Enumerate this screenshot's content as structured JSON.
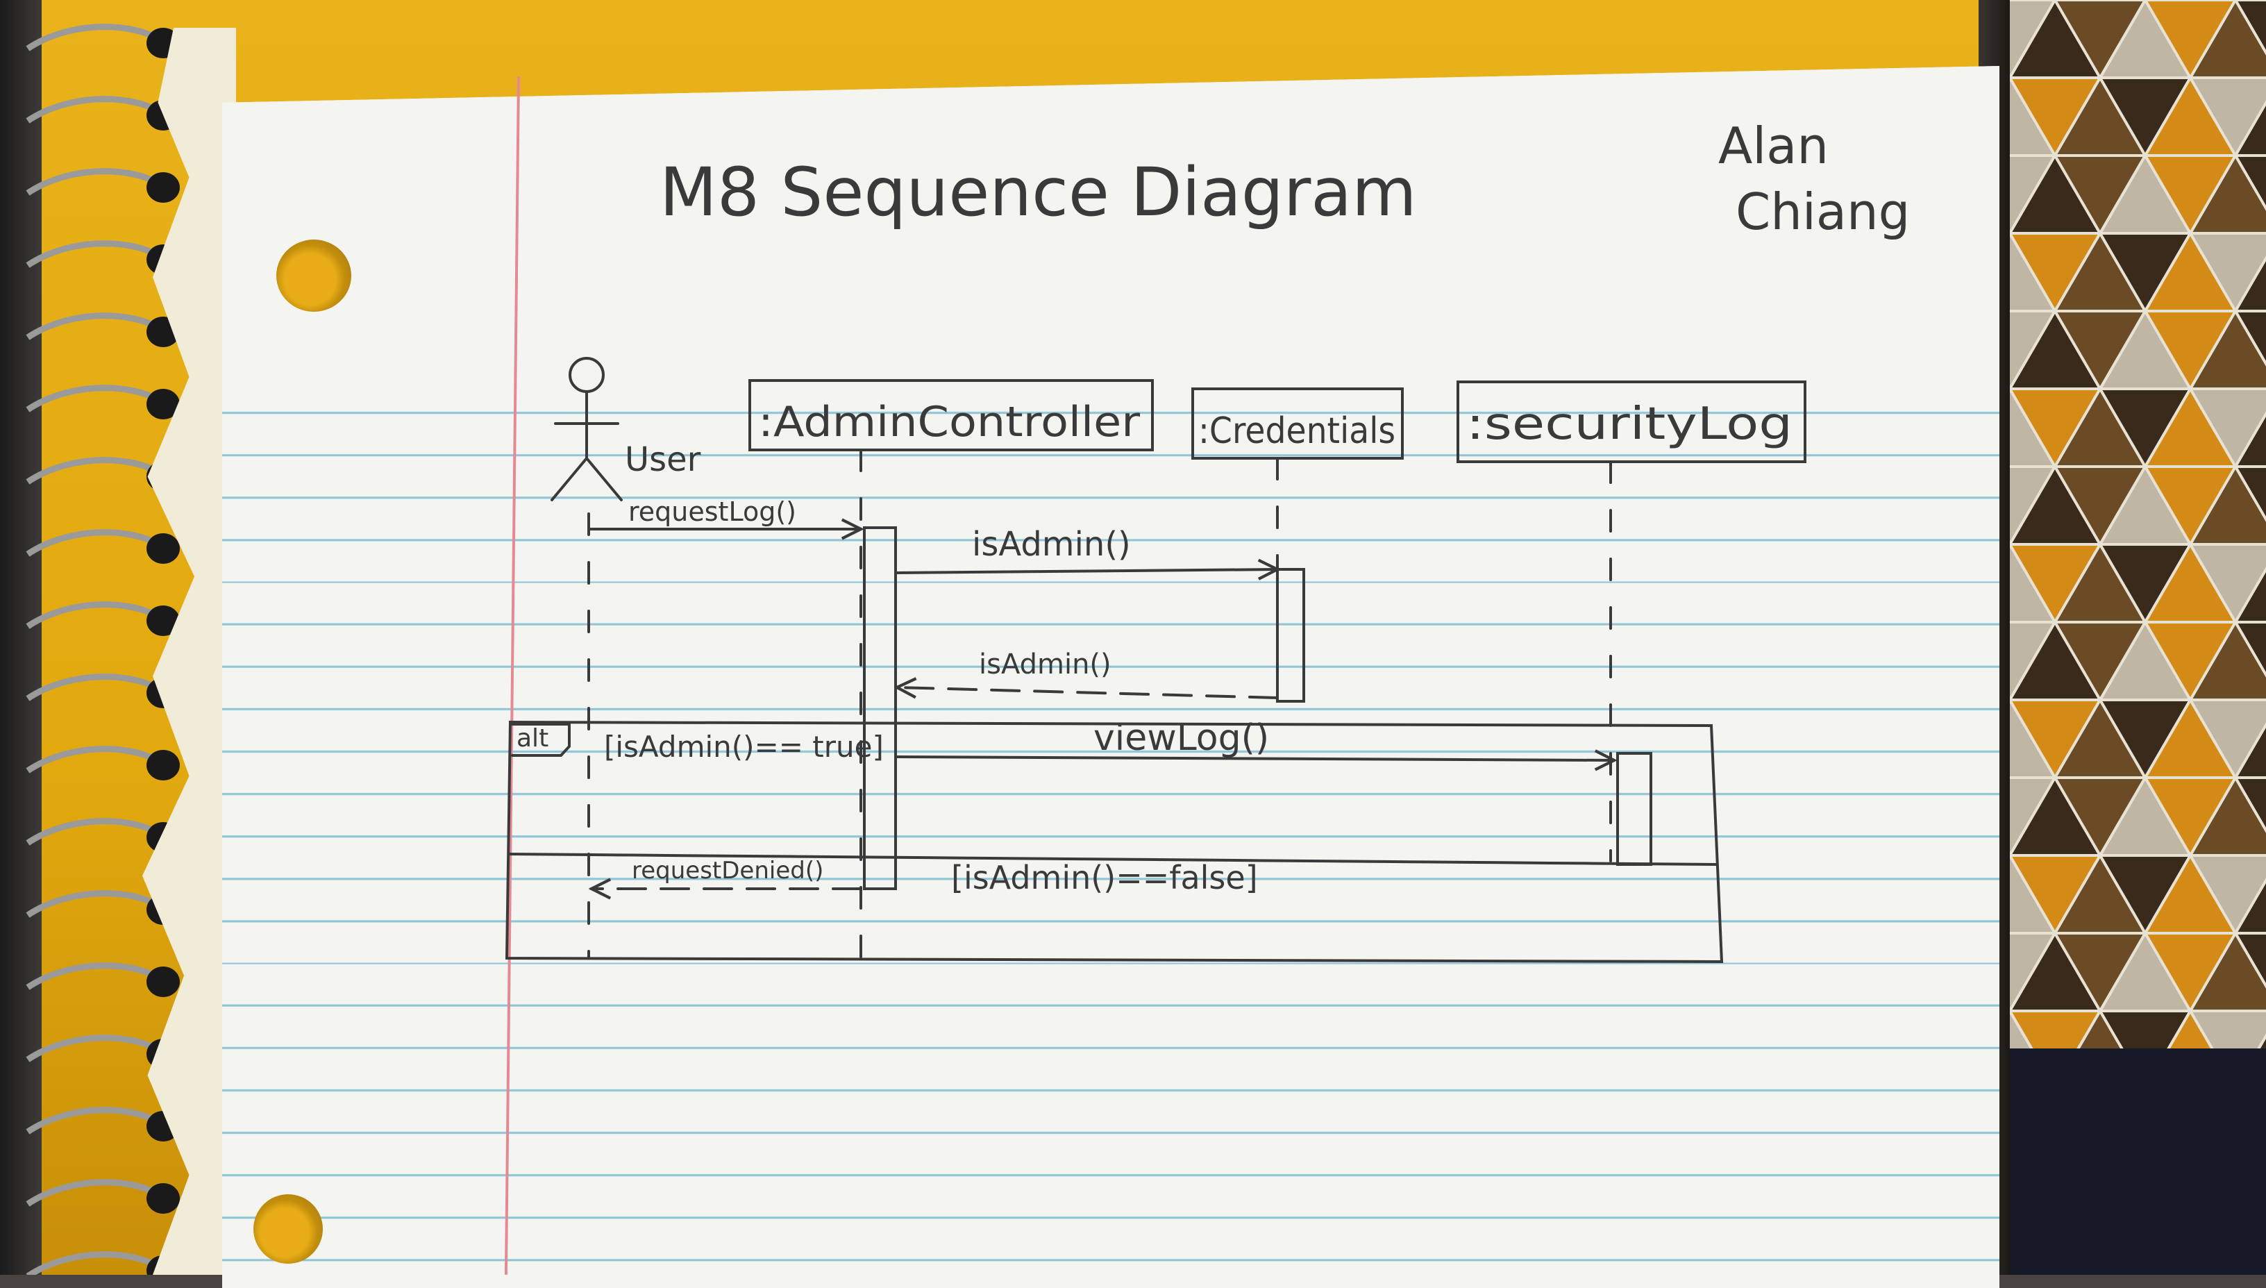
{
  "title": "M8 Sequence Diagram",
  "signature": {
    "first": "Alan",
    "last": "Chiang"
  },
  "actor": {
    "label": "User"
  },
  "lifelines": [
    {
      "label": ":AdminController"
    },
    {
      "label": ":Credentials"
    },
    {
      "label": ":securityLog"
    }
  ],
  "messages": {
    "request_log": "requestLog()",
    "is_admin_call": "isAdmin()",
    "is_admin_return": "isAdmin()",
    "view_log": "viewLog()",
    "request_denied": "requestDenied()"
  },
  "fragment": {
    "operator": "alt",
    "guard_true": "[isAdmin()== true]",
    "guard_false": "[isAdmin()==false]"
  },
  "colors": {
    "ink": "#3a3a3a",
    "paper": "#f4f4f1",
    "rule": "#8fc5d6",
    "margin": "#e58a94",
    "cover": "#e2a90f"
  }
}
